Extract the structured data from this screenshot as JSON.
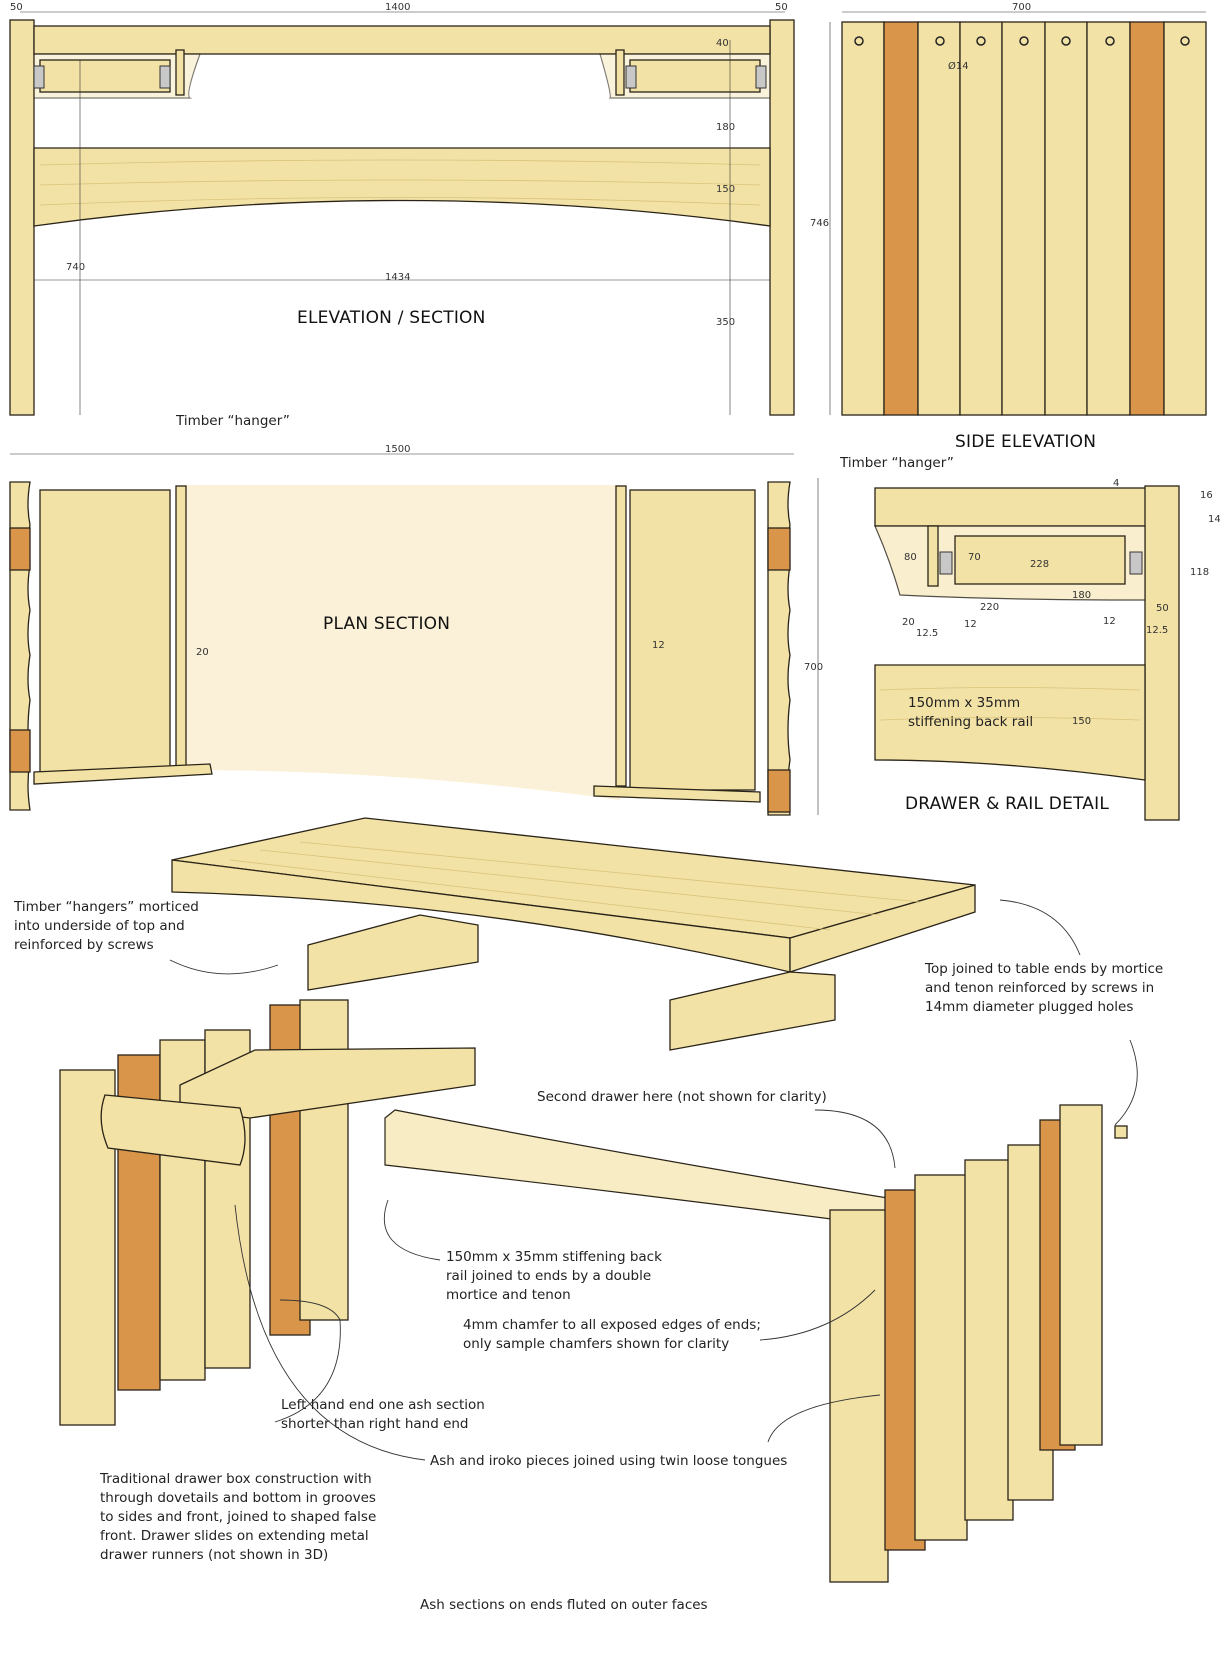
{
  "views": {
    "elevation": {
      "title": "ELEVATION / SECTION"
    },
    "side": {
      "title": "SIDE ELEVATION"
    },
    "plan": {
      "title": "PLAN SECTION"
    },
    "detail": {
      "title": "DRAWER & RAIL DETAIL"
    }
  },
  "dimensions": {
    "elevation": [
      "50",
      "1400",
      "50",
      "40",
      "180",
      "150",
      "740",
      "1434",
      "350"
    ],
    "side": [
      "700",
      "746",
      "Ø14"
    ],
    "plan": [
      "1500",
      "700",
      "20",
      "12"
    ],
    "detail": [
      "4",
      "16",
      "14",
      "80",
      "70",
      "228",
      "118",
      "180",
      "220",
      "20",
      "12.5",
      "12",
      "50",
      "12",
      "12.5",
      "150"
    ]
  },
  "labels": {
    "hanger_plan": "Timber “hanger”",
    "hanger_detail": "Timber “hanger”",
    "rail_detail": "150mm x 35mm\nstiffening back rail",
    "hangers_3d": "Timber “hangers” morticed\ninto underside of top and\nreinforced by screws",
    "top_joint": "Top joined to table ends by mortice\nand tenon reinforced by screws in\n14mm diameter plugged holes",
    "second_drawer": "Second drawer here (not shown for clarity)",
    "back_rail": "150mm x 35mm stiffening back\nrail joined to ends by a double\nmortice and tenon",
    "chamfer": "4mm chamfer to all exposed edges of ends;\nonly sample chamfers shown for clarity",
    "left_end": "Left hand end one ash section\nshorter than right hand end",
    "tongues": "Ash and iroko pieces joined using twin loose tongues",
    "drawer_box": "Traditional drawer box construction with\nthrough dovetails and bottom in grooves\nto sides and front, joined to shaped false\nfront. Drawer slides on extending metal\ndrawer runners (not shown in 3D)",
    "fluted": "Ash sections on ends fluted on outer faces"
  },
  "colors": {
    "ash": "#f3e2a6",
    "ash_pale": "#f8ecc4",
    "iroko": "#d9954a",
    "line": "#2a2418"
  }
}
